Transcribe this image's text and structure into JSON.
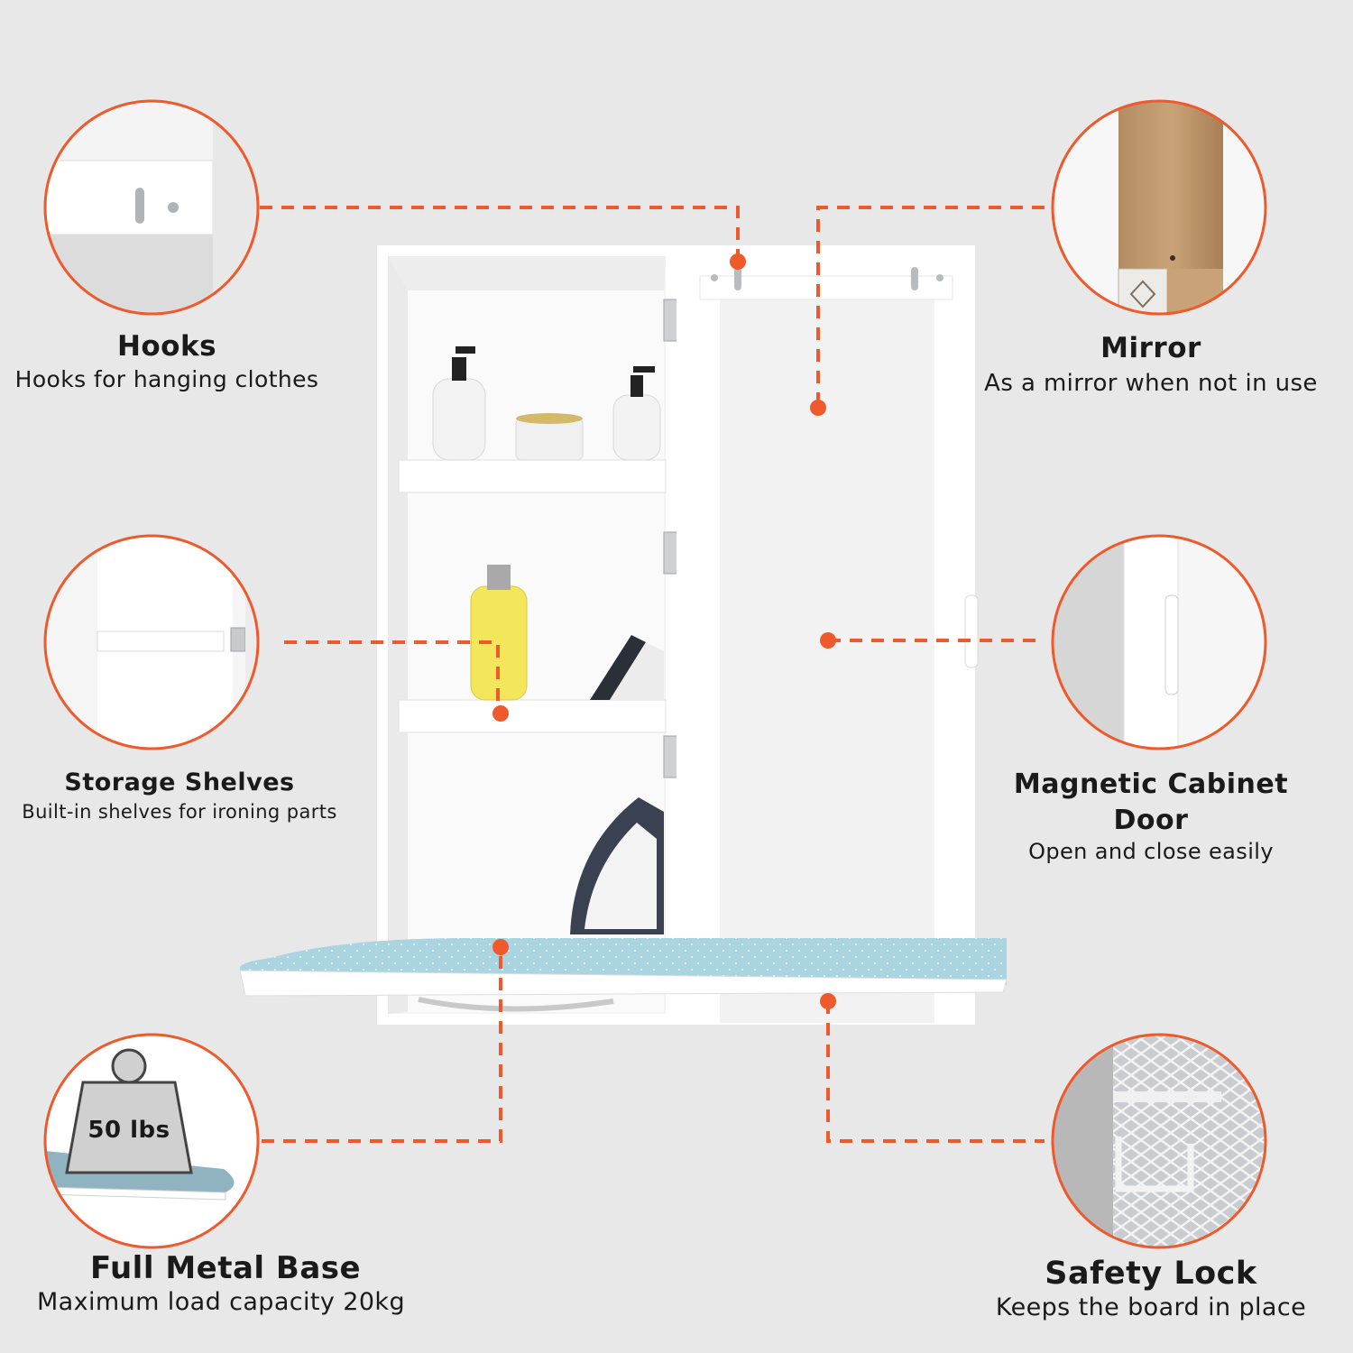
{
  "accent_color": "#ee5a2c",
  "features": {
    "hooks": {
      "title": "Hooks",
      "desc": "Hooks for hanging clothes"
    },
    "mirror": {
      "title": "Mirror",
      "desc": "As a mirror when not in use"
    },
    "shelves": {
      "title": "Storage Shelves",
      "desc": "Built-in shelves for ironing parts"
    },
    "door": {
      "title_line1": "Magnetic Cabinet",
      "title_line2": "Door",
      "desc": "Open and close easily"
    },
    "base": {
      "title": "Full Metal Base",
      "desc": "Maximum load capacity 20kg",
      "weight_label": "50 lbs"
    },
    "lock": {
      "title": "Safety Lock",
      "desc": "Keeps the board in place"
    }
  }
}
